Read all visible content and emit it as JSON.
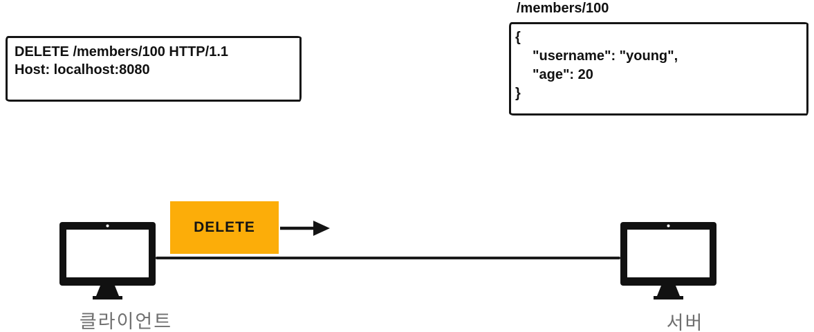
{
  "request_box": {
    "lines": [
      "DELETE /members/100 HTTP/1.1",
      "Host: localhost:8080"
    ]
  },
  "resource": {
    "path_label": "/members/100",
    "body_lines": [
      "{",
      "\"username\": \"young\",",
      "\"age\": 20",
      "}"
    ]
  },
  "flow": {
    "method_label": "DELETE",
    "client_label": "클라이언트",
    "server_label": "서버"
  },
  "colors": {
    "method_chip_bg": "#FCAD09",
    "ink": "#141414",
    "flow_label_gray": "#6F6F6F"
  }
}
